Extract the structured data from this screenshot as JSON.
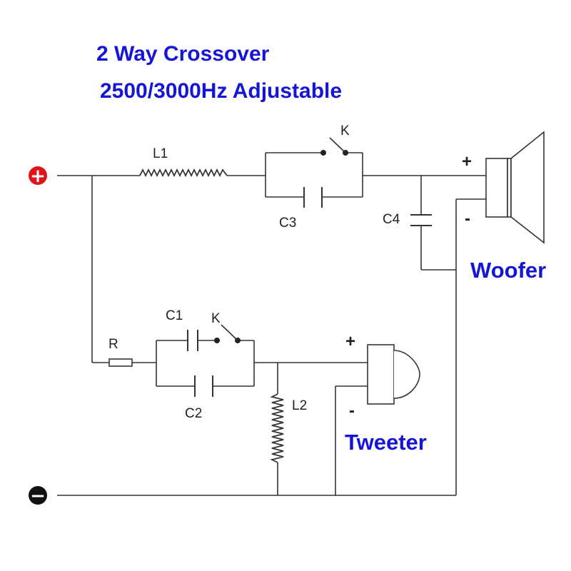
{
  "title": {
    "line1": "2 Way Crossover",
    "line2": "2500/3000Hz Adjustable"
  },
  "terminals": {
    "positive_symbol": "+",
    "negative_symbol": "−",
    "positive_color": "#e0141b",
    "negative_color": "#111111"
  },
  "components": {
    "L1": "L1",
    "L2": "L2",
    "C1": "C1",
    "C2": "C2",
    "C3": "C3",
    "C4": "C4",
    "R": "R",
    "K_woofer": "K",
    "K_tweeter": "K"
  },
  "speakers": {
    "woofer": {
      "label": "Woofer",
      "plus": "+",
      "minus": "-"
    },
    "tweeter": {
      "label": "Tweeter",
      "plus": "+",
      "minus": "-"
    }
  },
  "colors": {
    "title": "#1515d6",
    "wire": "#333333"
  }
}
